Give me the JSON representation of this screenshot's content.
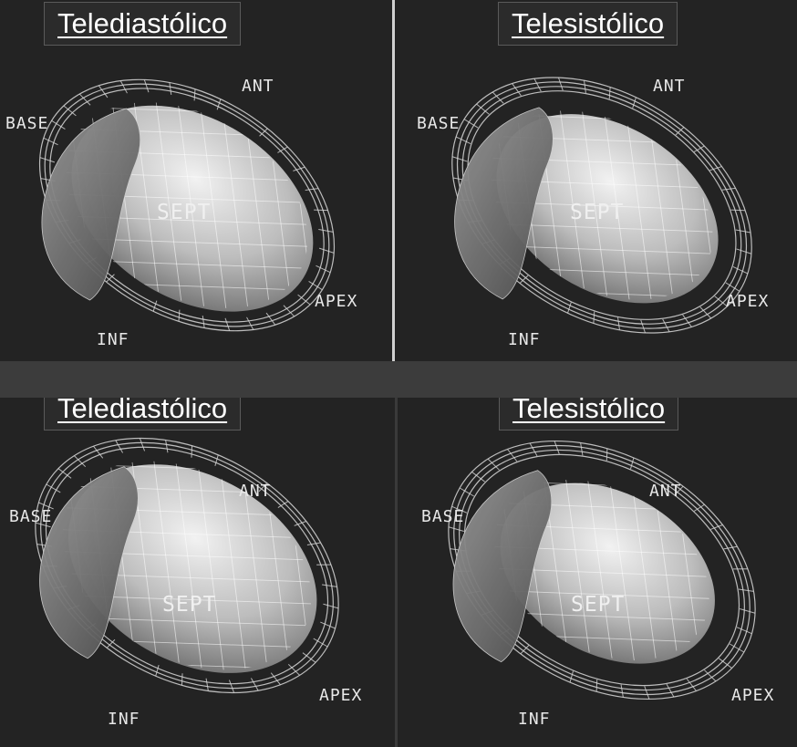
{
  "panels": [
    {
      "title": "Telediastólico",
      "labels": {
        "base": "BASE",
        "ant": "ANT",
        "sept": "SEPT",
        "apex": "APEX",
        "inf": "INF"
      }
    },
    {
      "title": "Telesistólico",
      "labels": {
        "base": "BASE",
        "ant": "ANT",
        "sept": "SEPT",
        "apex": "APEX",
        "inf": "INF"
      }
    },
    {
      "title": "Telediastólico",
      "labels": {
        "base": "BASE",
        "ant": "ANT",
        "sept": "SEPT",
        "apex": "APEX",
        "inf": "INF"
      }
    },
    {
      "title": "Telesistólico",
      "labels": {
        "base": "BASE",
        "ant": "ANT",
        "sept": "SEPT",
        "apex": "APEX",
        "inf": "INF"
      }
    }
  ],
  "colors": {
    "background": "#232323",
    "mesh": "#d8d8d8",
    "surface": "#bdbdbd",
    "text": "#ffffff"
  }
}
